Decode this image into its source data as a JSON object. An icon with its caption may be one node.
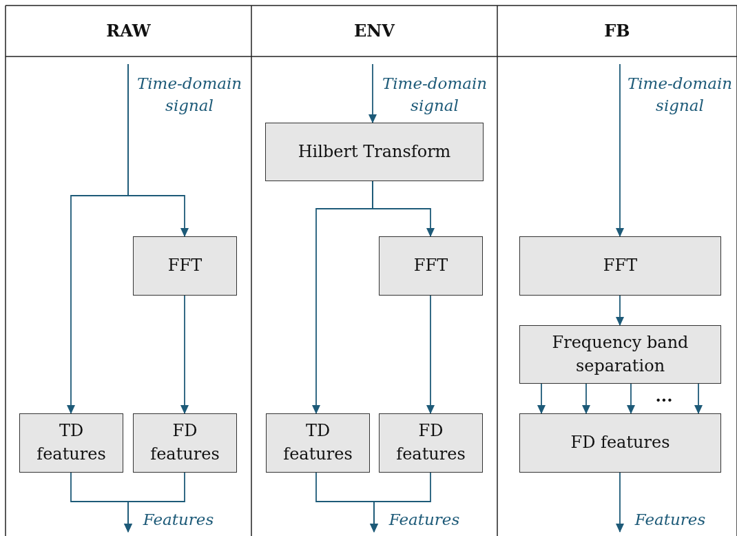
{
  "diagram": {
    "nodes": [
      {
        "text": [
          "FFT"
        ]
      },
      {
        "text": [
          "TD features"
        ]
      },
      {
        "text": [
          "FD features"
        ]
      },
      {
        "text": [
          "Hilbert Transform"
        ]
      },
      {
        "text": [
          "FFT"
        ]
      },
      {
        "text": [
          "TD features"
        ]
      },
      {
        "text": [
          "FD features"
        ]
      },
      {
        "text": [
          "FFT"
        ]
      },
      {
        "text": [
          "Frequency band separation"
        ]
      },
      {
        "text": [
          "FD features"
        ]
      }
    ],
    "edges": [
      {
        "from": null,
        "to": 0,
        "arrow": "to"
      },
      {
        "from": null,
        "to": 1,
        "arrow": "to"
      },
      {
        "from": 0,
        "to": 2,
        "arrow": "to"
      },
      {
        "from": 1,
        "to": null,
        "arrow": "to"
      },
      {
        "from": 2,
        "to": null,
        "arrow": "to"
      },
      {
        "from": null,
        "to": 3,
        "arrow": "to"
      },
      {
        "from": 3,
        "to": 4,
        "arrow": "to"
      },
      {
        "from": 3,
        "to": 5,
        "arrow": "to"
      },
      {
        "from": 4,
        "to": 6,
        "arrow": "to"
      },
      {
        "from": 5,
        "to": null,
        "arrow": "to"
      },
      {
        "from": 6,
        "to": null,
        "arrow": "to"
      },
      {
        "from": null,
        "to": 7,
        "arrow": "to"
      },
      {
        "from": 7,
        "to": 8,
        "arrow": "to"
      },
      {
        "from": 8,
        "to": 9,
        "arrow": "to"
      },
      {
        "from": 8,
        "to": 9,
        "arrow": "to"
      },
      {
        "from": 8,
        "to": 9,
        "arrow": "to"
      },
      {
        "from": 8,
        "to": 9,
        "arrow": "to"
      },
      {
        "from": 9,
        "to": null,
        "arrow": "to"
      }
    ],
    "labels": [
      "RAW",
      "ENV",
      "FB",
      "Time-domain signal",
      "Time-domain signal",
      "Time-domain signal",
      "...",
      "Features",
      "Features",
      "Features"
    ]
  }
}
